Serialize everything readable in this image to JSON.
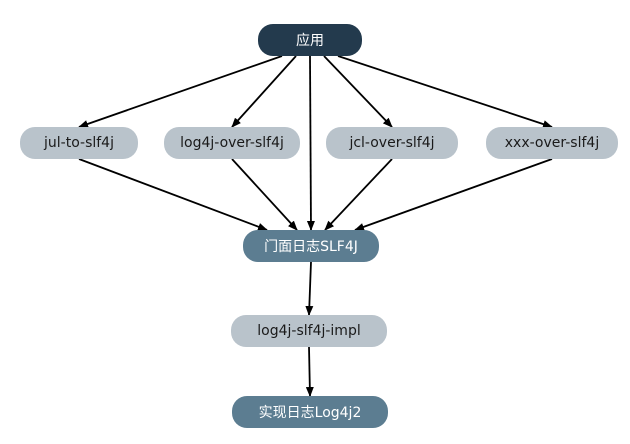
{
  "nodes": {
    "app": "应用",
    "jul": "jul-to-slf4j",
    "log4j": "log4j-over-slf4j",
    "jcl": "jcl-over-slf4j",
    "xxx": "xxx-over-slf4j",
    "slf4j": "门面日志SLF4J",
    "impl": "log4j-slf4j-impl",
    "log4j2": "实现日志Log4j2"
  },
  "edges": [
    {
      "from": "app",
      "to": "jul"
    },
    {
      "from": "app",
      "to": "log4j"
    },
    {
      "from": "app",
      "to": "slf4j"
    },
    {
      "from": "app",
      "to": "jcl"
    },
    {
      "from": "app",
      "to": "xxx"
    },
    {
      "from": "jul",
      "to": "slf4j"
    },
    {
      "from": "log4j",
      "to": "slf4j"
    },
    {
      "from": "jcl",
      "to": "slf4j"
    },
    {
      "from": "xxx",
      "to": "slf4j"
    },
    {
      "from": "slf4j",
      "to": "impl"
    },
    {
      "from": "impl",
      "to": "log4j2"
    }
  ],
  "colors": {
    "dark": "#233a4d",
    "mid": "#5c7d91",
    "light": "#b9c3cb",
    "arrow": "#000000"
  }
}
